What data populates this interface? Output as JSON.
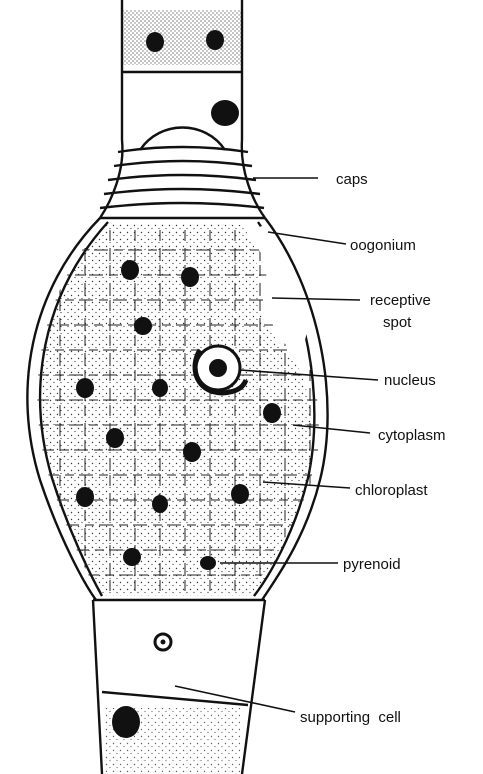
{
  "labels": {
    "caps": "caps",
    "oogonium": "oogonium",
    "receptive_1": "receptive",
    "receptive_2": "spot",
    "nucleus": "nucleus",
    "cytoplasm": "cytoplasm",
    "chloroplast": "chloroplast",
    "pyrenoid": "pyrenoid",
    "supporting_cell": "supporting  cell"
  },
  "colors": {
    "ink": "#111111",
    "background": "#ffffff"
  }
}
